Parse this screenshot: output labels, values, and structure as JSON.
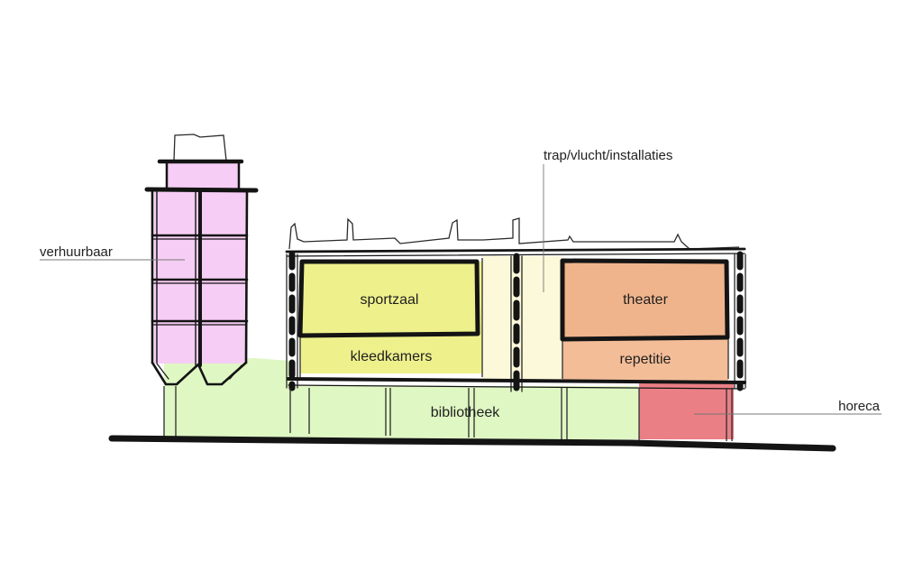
{
  "labels": {
    "rental": "verhuurbaar",
    "stairs": "trap/vlucht/installaties",
    "hospitality": "horeca"
  },
  "rooms": {
    "sports_hall": "sportzaal",
    "changing_rooms": "kleedkamers",
    "theater": "theater",
    "rehearsal": "repetitie",
    "library": "bibliotheek"
  },
  "colors": {
    "rental": "#f6cdf4",
    "library": "#dff7c3",
    "sports": "#eef08c",
    "stairs": "#fcf8da",
    "theater": "#f0b48c",
    "rehearsal": "#f3bd98",
    "hospitality": "#ea7f86",
    "ink": "#141414"
  }
}
